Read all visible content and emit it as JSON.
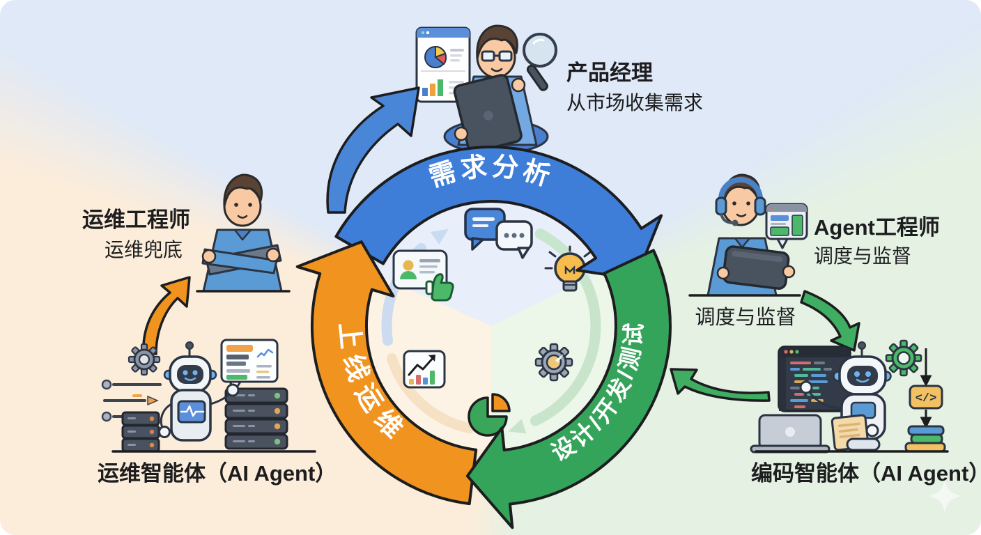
{
  "cycle": {
    "phases": [
      {
        "id": "requirements",
        "label": "需求分析",
        "color": "#3e7ed8"
      },
      {
        "id": "design-dev-test",
        "label": "设计/开发/测试",
        "color": "#35a45b"
      },
      {
        "id": "launch-ops",
        "label": "上线运维",
        "color": "#f0941f"
      }
    ],
    "center_icons": [
      "chat-bubbles",
      "lightbulb",
      "id-card-thumbs-up",
      "trend-chart",
      "gear",
      "pie-chart"
    ]
  },
  "actors": {
    "product_manager": {
      "title": "产品经理",
      "subtitle": "从市场收集需求"
    },
    "agent_engineer": {
      "title": "Agent工程师",
      "subtitle": "调度与监督",
      "caption": "调度与监督"
    },
    "ops_engineer": {
      "title": "运维工程师",
      "subtitle": "运维兜底"
    },
    "coding_agent": {
      "label": "编码智能体（AI Agent）"
    },
    "ops_agent": {
      "label": "运维智能体（AI Agent）"
    }
  },
  "badges": {
    "code_badge": "</>"
  },
  "colors": {
    "bg_top": "#dfe9f7",
    "bg_left": "#fcedda",
    "bg_right": "#e4f1e3",
    "outline": "#1d1d1f",
    "shirt_blue": "#5b9bd5",
    "robot_white": "#f2f6f9",
    "accent_green": "#4cb86a",
    "accent_orange": "#f0a24a"
  }
}
